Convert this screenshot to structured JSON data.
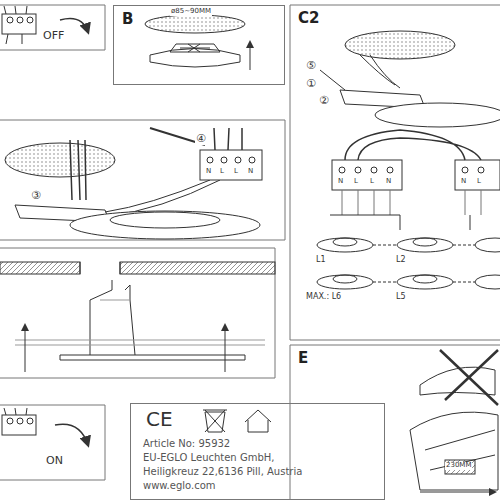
{
  "diagram": {
    "nodes": [
      {
        "text": [
          "B"
        ]
      },
      {
        "text": [
          "C2"
        ]
      },
      {
        "text": [
          "E"
        ]
      },
      {
        "text": [
          "Article No: 95932",
          "EU-EGLO Leuchten GmbH,",
          "Heiligkreuz 22,6136 Pill, Austria",
          "www.eglo.com"
        ]
      }
    ],
    "labels": [
      "OFF",
      "ø85~90MM",
      "④",
      "③",
      "N",
      "L",
      "L",
      "N",
      "⑤",
      "①",
      "②",
      "N",
      "L",
      "L",
      "N",
      "N",
      "L",
      "L1",
      "L2",
      "L5",
      "MAX.: L6",
      "230MM",
      "ON",
      "CE"
    ]
  }
}
